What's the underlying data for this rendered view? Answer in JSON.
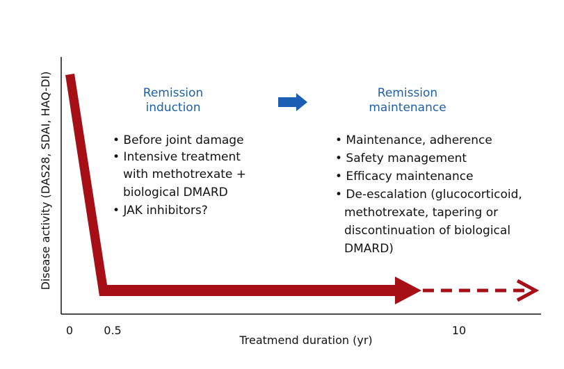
{
  "diagram": {
    "y_axis_label": "Disease activity (DAS28, SDAI, HAQ-DI)",
    "x_axis_label": "Treatmend duration (yr)",
    "x_ticks": [
      "0",
      "0.5",
      "10"
    ],
    "phase_left": {
      "title_line1": "Remission",
      "title_line2": "induction",
      "bullets": [
        "• Before joint damage",
        "• Intensive treatment",
        "with methotrexate +",
        "biological DMARD",
        "• JAK inhibitors?"
      ]
    },
    "phase_right": {
      "title_line1": "Remission",
      "title_line2": "maintenance",
      "bullets": [
        "• Maintenance, adherence",
        "• Safety management",
        "• Efficacy maintenance",
        "• De-escalation (glucocorticoid,",
        "methotrexate, tapering or",
        "discontinuation of biological",
        "DMARD)"
      ]
    },
    "colors": {
      "arrow": "#a50f15",
      "phase_title": "#1f5fa6",
      "transition_arrow": "#1a5fb4",
      "axis": "#111111"
    }
  }
}
